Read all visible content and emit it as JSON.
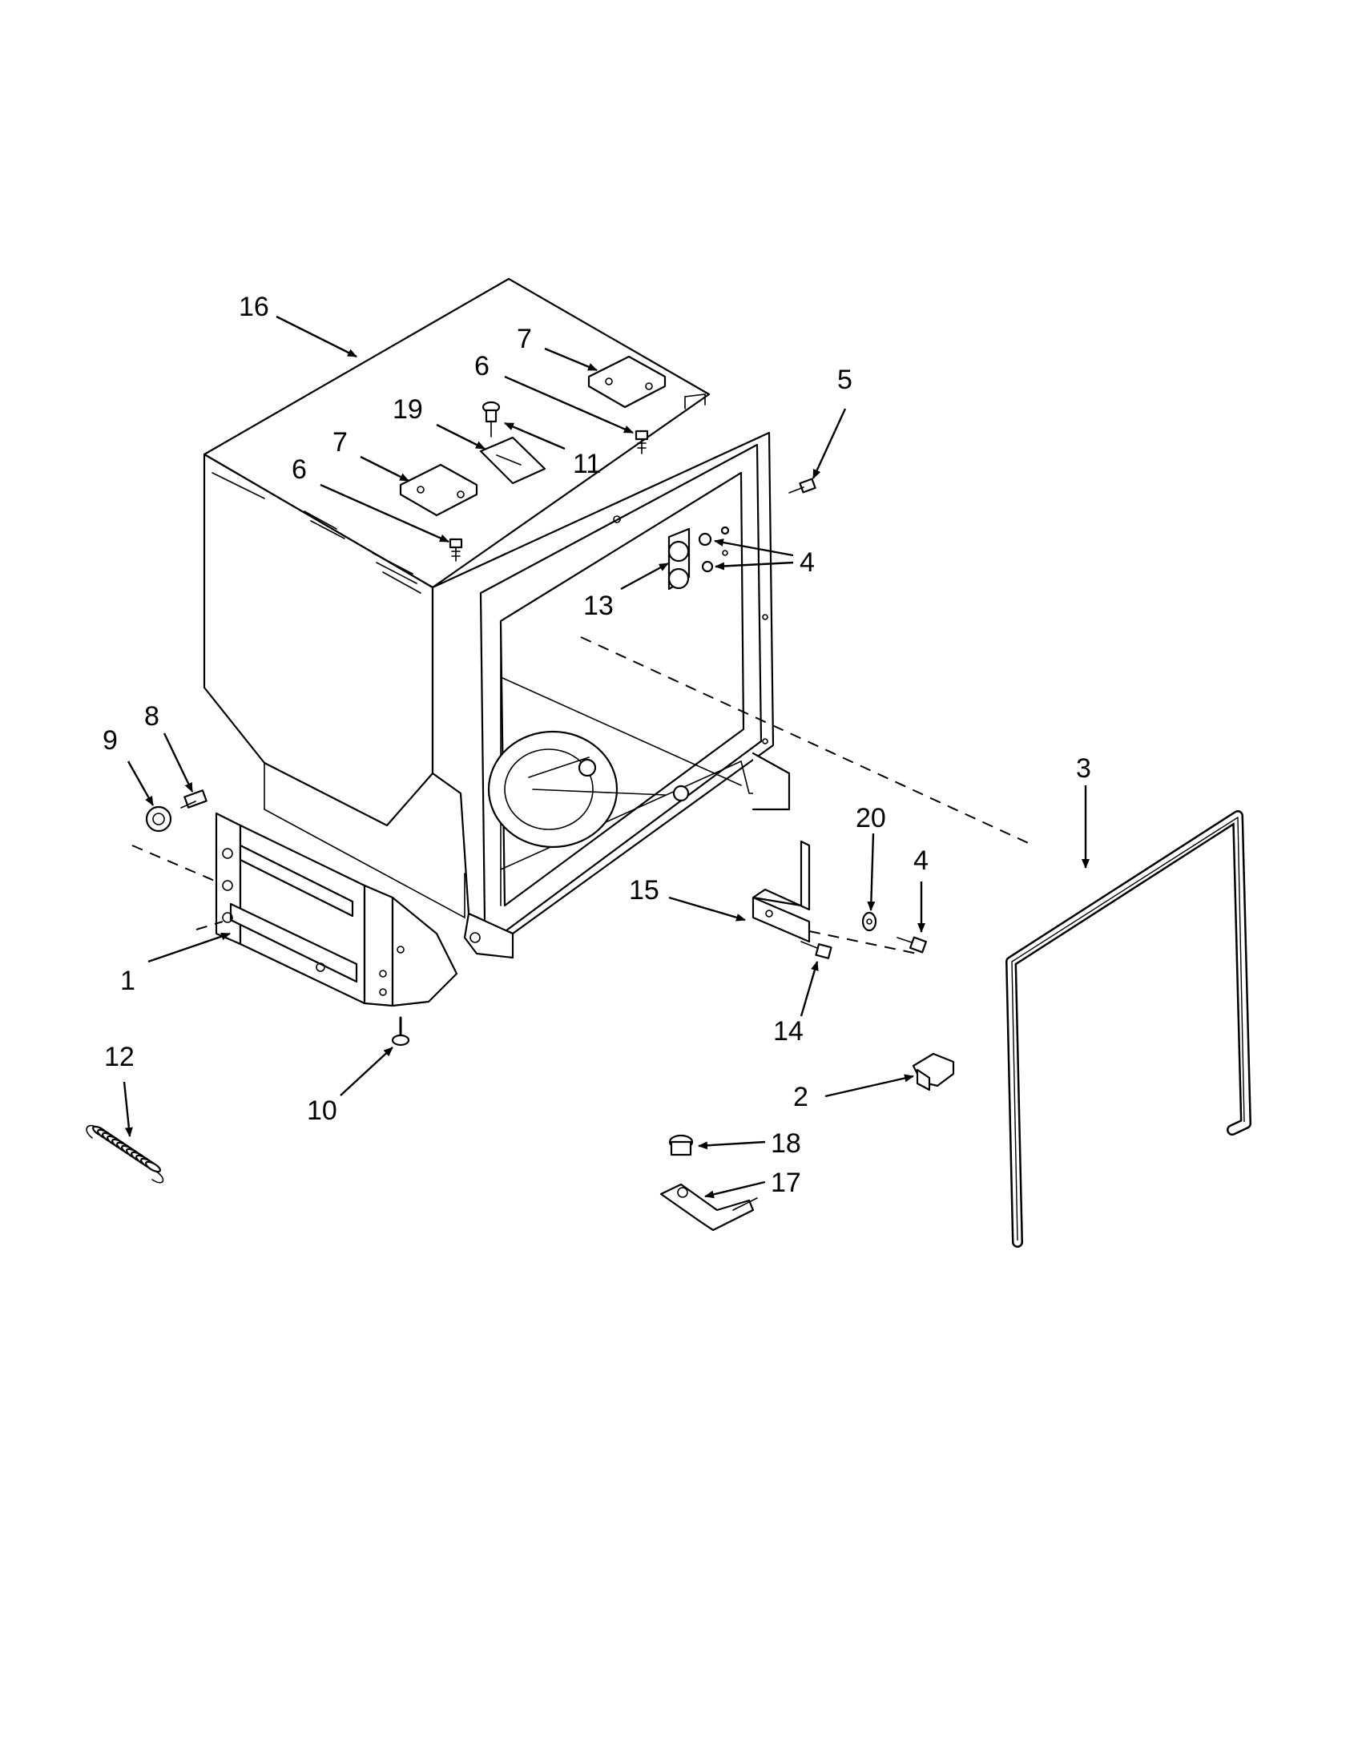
{
  "colors": {
    "line": "#000000",
    "background": "#ffffff"
  },
  "callouts": [
    {
      "id": "c16",
      "label": "16"
    },
    {
      "id": "c7a",
      "label": "7"
    },
    {
      "id": "c6a",
      "label": "6"
    },
    {
      "id": "c19",
      "label": "19"
    },
    {
      "id": "c11",
      "label": "11"
    },
    {
      "id": "c7b",
      "label": "7"
    },
    {
      "id": "c6b",
      "label": "6"
    },
    {
      "id": "c5",
      "label": "5"
    },
    {
      "id": "c4a",
      "label": "4"
    },
    {
      "id": "c13",
      "label": "13"
    },
    {
      "id": "c8",
      "label": "8"
    },
    {
      "id": "c9",
      "label": "9"
    },
    {
      "id": "c3",
      "label": "3"
    },
    {
      "id": "c20",
      "label": "20"
    },
    {
      "id": "c4b",
      "label": "4"
    },
    {
      "id": "c15",
      "label": "15"
    },
    {
      "id": "c1",
      "label": "1"
    },
    {
      "id": "c14",
      "label": "14"
    },
    {
      "id": "c12",
      "label": "12"
    },
    {
      "id": "c10",
      "label": "10"
    },
    {
      "id": "c2",
      "label": "2"
    },
    {
      "id": "c18",
      "label": "18"
    },
    {
      "id": "c17",
      "label": "17"
    }
  ]
}
